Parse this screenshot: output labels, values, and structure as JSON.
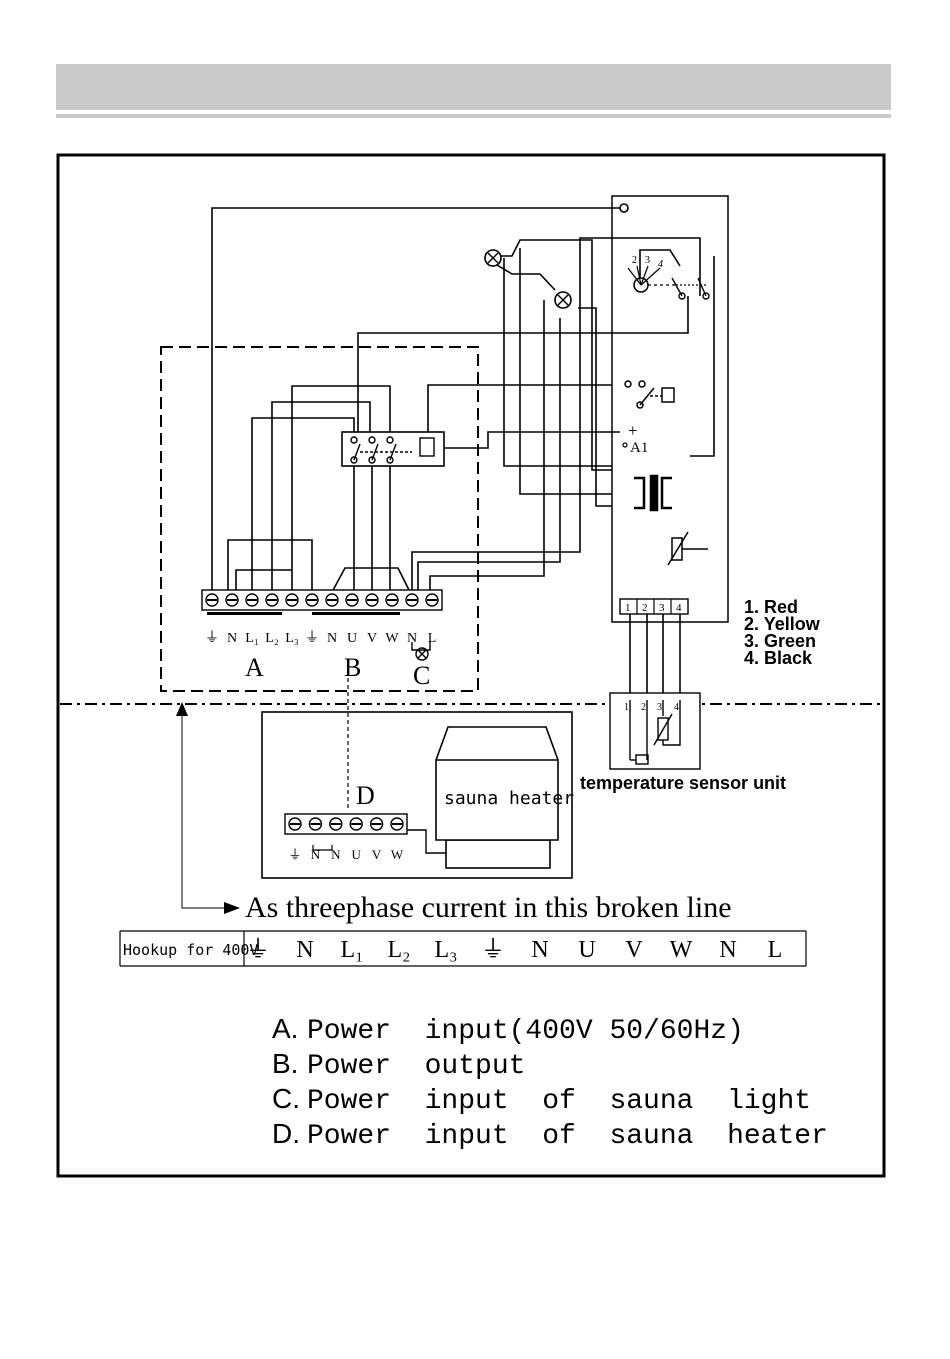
{
  "labels": {
    "a": "A",
    "b": "B",
    "c": "C",
    "d": "D",
    "a1": "A1",
    "plus": "+",
    "sauna_heater": "sauna heater",
    "temperature_sensor_unit": "temperature sensor unit",
    "broken_line_note": "As threephase current in this broken line",
    "switch_positions": [
      "2",
      "3",
      "4"
    ]
  },
  "terminal_block_main": {
    "terminals": [
      "⏚",
      "N",
      "L₁",
      "L₂",
      "L₃",
      "⏚",
      "N",
      "U",
      "V",
      "W",
      "N",
      "L"
    ]
  },
  "terminal_block_heater": {
    "terminals": [
      "⏚",
      "N",
      "N",
      "U",
      "V",
      "W"
    ]
  },
  "sensor_connector": {
    "pins": [
      "1",
      "2",
      "3",
      "4"
    ]
  },
  "wire_colors": [
    "1. Red",
    "2. Yellow",
    "3. Green",
    "4. Black"
  ],
  "hookup_table": {
    "header": "Hookup for 400V",
    "cells": [
      "⏚",
      "N",
      "L₁",
      "L₂",
      "L₃",
      "⏚",
      "N",
      "U",
      "V",
      "W",
      "N",
      "L"
    ]
  },
  "legend": [
    {
      "letter": "A.",
      "text": "Power  input(400V 50/60Hz)"
    },
    {
      "letter": "B.",
      "text": "Power  output"
    },
    {
      "letter": "C.",
      "text": "Power  input  of  sauna  light"
    },
    {
      "letter": "D.",
      "text": "Power  input  of  sauna  heater"
    }
  ]
}
